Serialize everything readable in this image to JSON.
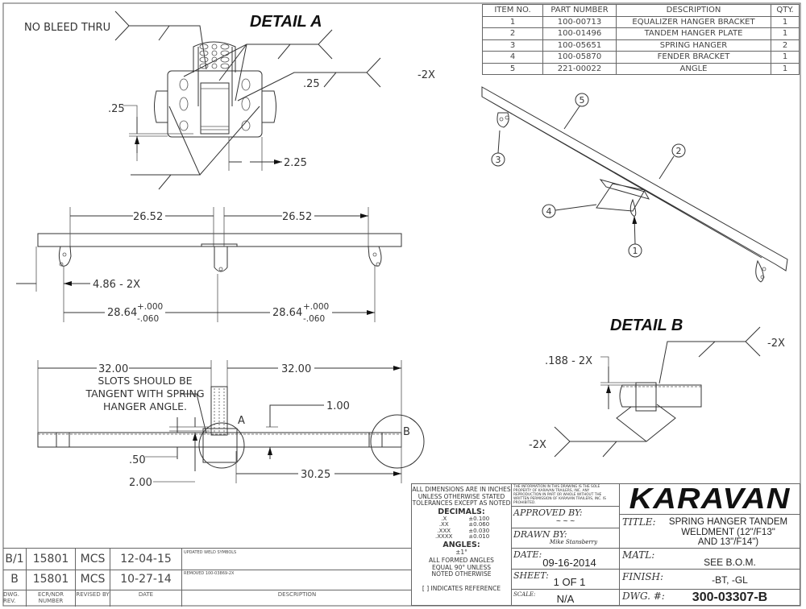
{
  "bom": {
    "headers": [
      "ITEM NO.",
      "PART NUMBER",
      "DESCRIPTION",
      "QTY."
    ],
    "rows": [
      [
        "1",
        "100-00713",
        "EQUALIZER HANGER BRACKET",
        "1"
      ],
      [
        "2",
        "100-01496",
        "TANDEM HANGER PLATE",
        "1"
      ],
      [
        "3",
        "100-05651",
        "SPRING HANGER",
        "2"
      ],
      [
        "4",
        "100-05870",
        "FENDER BRACKET",
        "1"
      ],
      [
        "5",
        "221-00022",
        "ANGLE",
        "1"
      ]
    ]
  },
  "detail_a": {
    "title": "DETAIL A",
    "note": "NO BLEED THRU",
    "weld_size": ".25",
    "weld_qty": "-2X",
    "dim_gap": ".25",
    "dim_width": "2.25"
  },
  "front_view": {
    "dim_left": "26.52",
    "dim_right": "26.52",
    "dim_offset": "4.86 - 2X",
    "dim_hanger_left": "28.64",
    "dim_hanger_right": "28.64",
    "tol_plus": "+.000",
    "tol_minus": "-.060"
  },
  "top_view": {
    "dim_left": "32.00",
    "dim_right": "32.00",
    "note_lines": [
      "SLOTS SHOULD BE",
      "TANGENT WITH SPRING",
      "HANGER ANGLE."
    ],
    "dim_1": "1.00",
    "dim_2": ".50",
    "dim_3": "2.00",
    "dim_4": "30.25",
    "callout_a": "A",
    "callout_b": "B"
  },
  "detail_b": {
    "title": "DETAIL B",
    "dim": ".188 - 2X",
    "weld_top_qty": "-2X",
    "weld_bottom_qty": "-2X"
  },
  "balloons": [
    "1",
    "2",
    "3",
    "4",
    "5"
  ],
  "tolerances": {
    "lines": [
      "ALL DIMENSIONS ARE IN INCHES",
      "UNLESS OTHERWISE STATED",
      "TOLERANCES EXCEPT AS NOTED"
    ],
    "decimals_label": "DECIMALS:",
    "decimals": [
      [
        ".X",
        "±0.100"
      ],
      [
        ".XX",
        "±0.060"
      ],
      [
        ".XXX",
        "±0.030"
      ],
      [
        ".XXXX",
        "±0.010"
      ]
    ],
    "angles_label": "ANGLES:",
    "angle_tol": "±1°",
    "formed": [
      "ALL FORMED ANGLES",
      "EQUAL 90° UNLESS",
      "NOTED OTHERWISE"
    ],
    "reference": "[ ] INDICATES REFERENCE"
  },
  "title_block": {
    "notice": "THE INFORMATION IN THIS DRAWING IS THE SOLE PROPERTY OF KARAVAN TRAILERS, INC. ANY REPRODUCTION IN PART OR WHOLE WITHOUT THE WRITTEN PERMISSION OF KARAVAN TRAILERS, INC. IS PROHIBITED.",
    "logo": "KARAVAN",
    "approved_label": "APPROVED BY:",
    "approved_value": "~ ~ ~",
    "drawn_label": "DRAWN BY:",
    "drawn_value": "Mike Stansberry",
    "date_label": "DATE:",
    "date_value": "09-16-2014",
    "sheet_label": "SHEET:",
    "sheet_value": "1 OF 1",
    "scale_label": "SCALE:",
    "scale_value": "N/A",
    "title_label": "TITLE:",
    "title_lines": [
      "SPRING HANGER TANDEM",
      "WELDMENT (12\"/F13\"",
      "AND 13\"/F14\")"
    ],
    "matl_label": "MATL:",
    "matl_value": "SEE B.O.M.",
    "finish_label": "FINISH:",
    "finish_value": "-BT, -GL",
    "dwg_label": "DWG. #:",
    "dwg_value": "300-03307-B"
  },
  "revisions": {
    "headers": [
      "DWG. REV.",
      "ECR/NDR NUMBER",
      "REVISED BY",
      "DATE",
      "DESCRIPTION"
    ],
    "rows": [
      [
        "B/1",
        "15801",
        "MCS",
        "12-04-15",
        "UPDATED WELD SYMBOLS"
      ],
      [
        "B",
        "15801",
        "MCS",
        "10-27-14",
        "REMOVED 100-03869-2X"
      ]
    ]
  }
}
